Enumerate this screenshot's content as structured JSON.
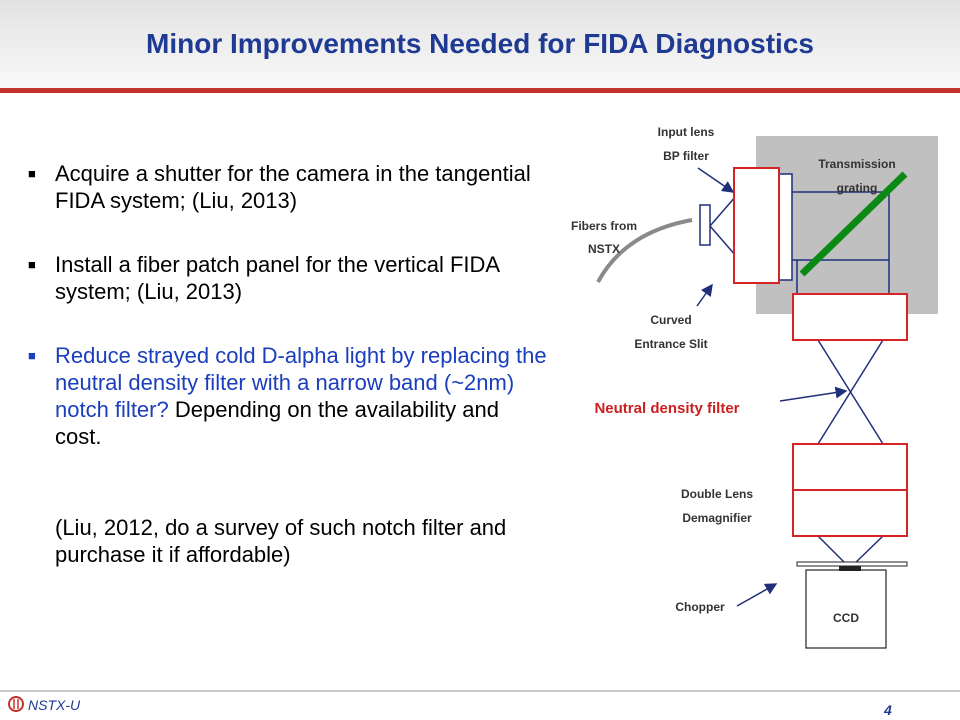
{
  "slide": {
    "title": "Minor Improvements Needed for FIDA Diagnostics",
    "bullets": [
      {
        "text": " Acquire a shutter for the camera in the tangential FIDA system;   (Liu,  2013)"
      },
      {
        "text": "Install a fiber patch panel for the vertical FIDA system;  (Liu,  2013)"
      },
      {
        "text_blue": "Reduce strayed cold D-alpha light by replacing the neutral density filter with a narrow band (~2nm) notch filter? ",
        "text_black": "Depending on the availability and cost."
      }
    ],
    "note": "(Liu, 2012, do a survey of such notch filter and purchase it if affordable)"
  },
  "diagram": {
    "labels": {
      "input_lens": "Input lens",
      "bp_filter": "BP filter",
      "transmission": "Transmission",
      "grating": "grating",
      "fibers_from": "Fibers from",
      "nstx": "NSTX",
      "curved": "Curved",
      "entrance_slit": "Entrance Slit",
      "neutral_density": "Neutral density filter",
      "double_lens": "Double Lens",
      "demagnifier": "Demagnifier",
      "chopper": "Chopper",
      "ccd": "CCD"
    },
    "colors": {
      "beam": "#1f2f7a",
      "lens": "#d62424",
      "grating": "#0a8a14",
      "spectrometer_box": "#c0c0c0",
      "fiber": "#8a8a8a",
      "nd_label": "#cc1f1f"
    }
  },
  "footer": {
    "brand": "NSTX-U",
    "page": "4"
  }
}
